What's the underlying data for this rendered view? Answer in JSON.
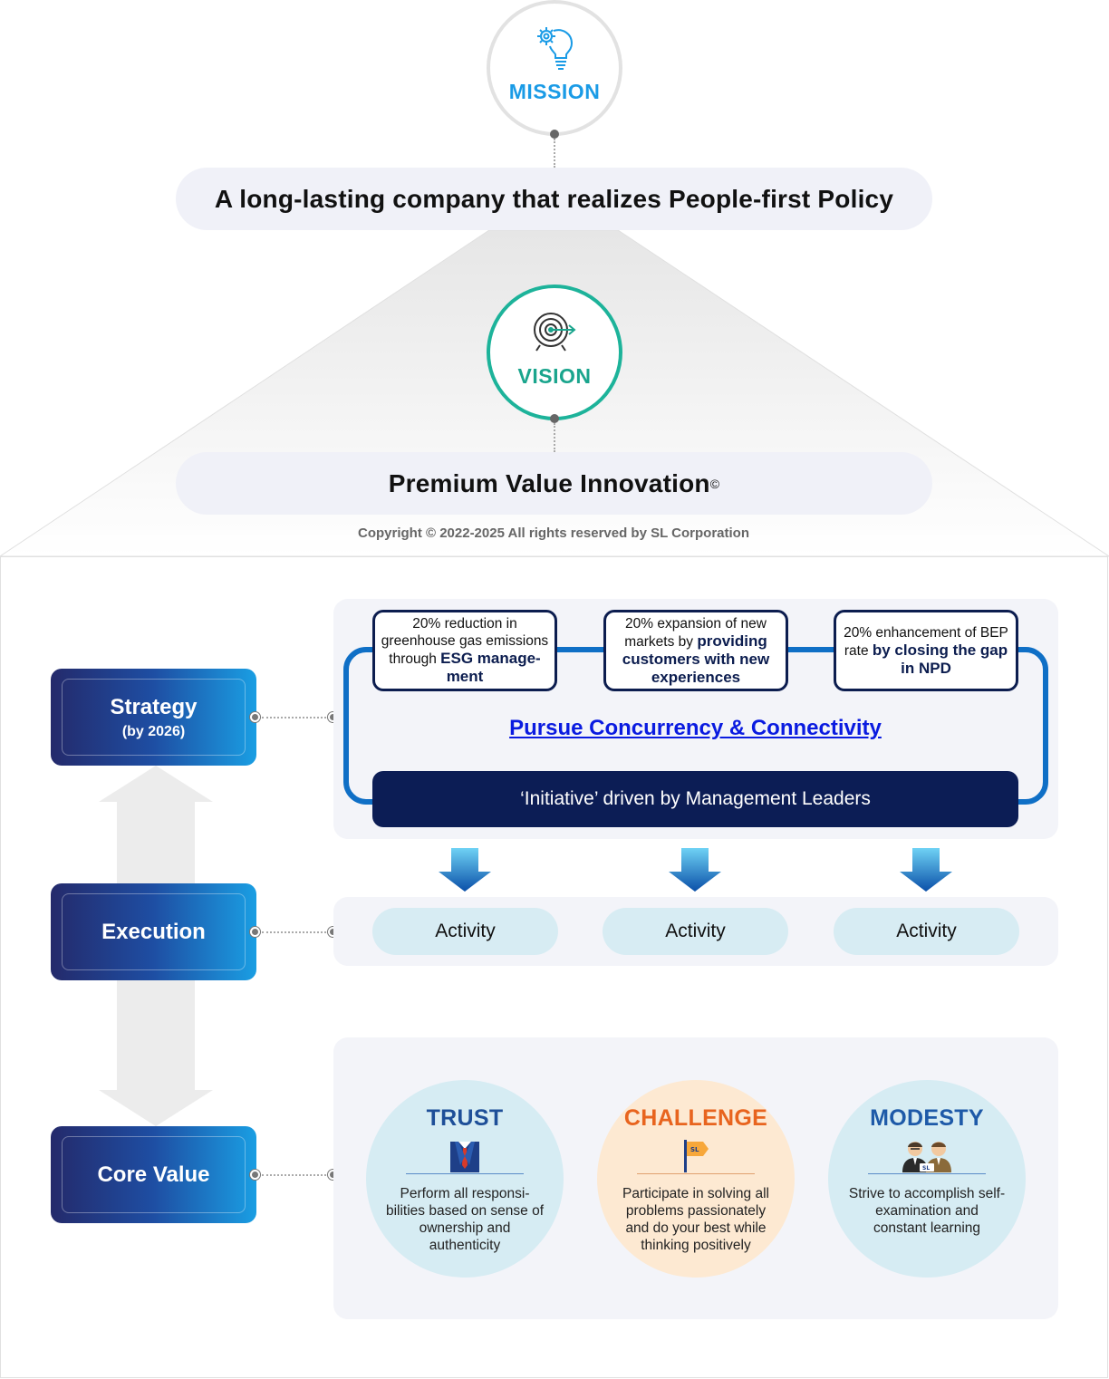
{
  "mission": {
    "label": "MISSION",
    "icon": "lightbulb-gear-icon",
    "statement": "A long-lasting company that realizes People-first Policy"
  },
  "vision": {
    "label": "VISION",
    "icon": "target-icon",
    "statement": "Premium Value Innovation",
    "statement_mark": "©"
  },
  "copyright": "Copyright © 2022-2025 All rights reserved by SL Corporation",
  "side_labels": {
    "strategy": {
      "title": "Strategy",
      "subtitle": "(by 2026)"
    },
    "execution": {
      "title": "Execution"
    },
    "core_value": {
      "title": "Core Value"
    }
  },
  "strategy": {
    "goals": [
      {
        "pre": "20% reduction in greenhouse gas emissions through ",
        "bold": "ESG manage-ment"
      },
      {
        "pre": "20% expansion of new markets by ",
        "bold": "providing customers with new experiences"
      },
      {
        "pre": "20% enhancement of BEP rate ",
        "bold": "by closing the gap in NPD"
      }
    ],
    "pursue": "Pursue Concurrency & Connectivity",
    "initiative": "‘Initiative’ driven by Management Leaders"
  },
  "execution": {
    "activities": [
      "Activity",
      "Activity",
      "Activity"
    ]
  },
  "core_values": [
    {
      "title": "TRUST",
      "icon": "businessman-suit-icon",
      "desc": "Perform all responsi-bilities based on sense of ownership and authenticity"
    },
    {
      "title": "CHALLENGE",
      "icon": "sl-flag-icon",
      "desc": "Participate in solving all problems passionately and do your best while thinking positively"
    },
    {
      "title": "MODESTY",
      "icon": "two-people-icon",
      "desc": "Strive to accomplish self-examination and constant learning"
    }
  ],
  "colors": {
    "mission_blue": "#1a9be6",
    "vision_teal": "#1aa58d",
    "navy": "#0c1d55",
    "trust_blue": "#1e4f98",
    "challenge_orange": "#e8641e",
    "modesty_blue": "#1e5aa8",
    "trust_bg": "#d6ecf3",
    "challenge_bg": "#fde9d2",
    "modesty_bg": "#d6ecf3"
  }
}
